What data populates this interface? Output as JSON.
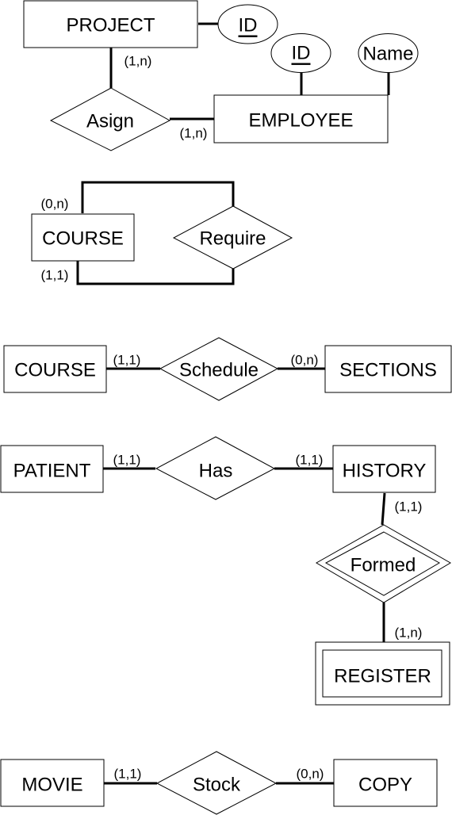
{
  "diagrams": {
    "project_employee": {
      "entities": [
        "PROJECT",
        "EMPLOYEE"
      ],
      "attributes": [
        "ID",
        "ID",
        "Name"
      ],
      "relationship": "Asign",
      "cardinalities": [
        "(1,n)",
        "(1,n)"
      ]
    },
    "course_require": {
      "entity": "COURSE",
      "relationship": "Require",
      "cardinalities": [
        "(0,n)",
        "(1,1)"
      ]
    },
    "course_schedule": {
      "entities": [
        "COURSE",
        "SECTIONS"
      ],
      "relationship": "Schedule",
      "cardinalities": [
        "(1,1)",
        "(0,n)"
      ]
    },
    "patient_history": {
      "entities": [
        "PATIENT",
        "HISTORY"
      ],
      "weak_entity": "REGISTER",
      "relationships": [
        "Has",
        "Formed"
      ],
      "cardinalities": [
        "(1,1)",
        "(1,1)",
        "(1,1)",
        "(1,n)"
      ]
    },
    "movie_copy": {
      "entities": [
        "MOVIE",
        "COPY"
      ],
      "relationship": "Stock",
      "cardinalities": [
        "(1,1)",
        "(0,n)"
      ]
    }
  }
}
